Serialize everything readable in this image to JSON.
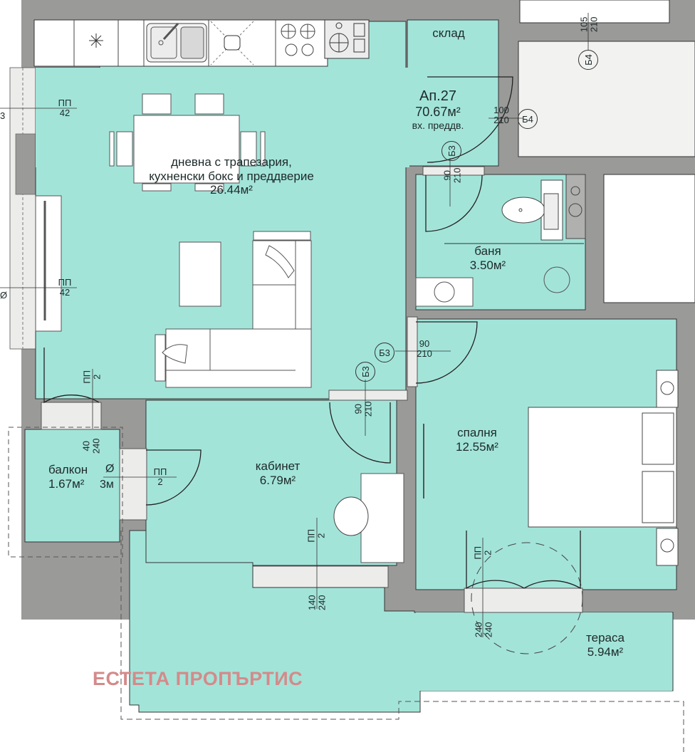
{
  "plan": {
    "apartment": {
      "label": "Ап.27",
      "area": "70.67м²",
      "entry": "вх. преддв."
    },
    "rooms": [
      {
        "id": "living",
        "name_lines": [
          "дневна с трапезария,",
          "кухненски бокс и преддверие"
        ],
        "area": "26.44м²"
      },
      {
        "id": "storage",
        "name": "склад"
      },
      {
        "id": "bathroom",
        "name": "баня",
        "area": "3.50м²"
      },
      {
        "id": "office",
        "name": "кабинет",
        "area": "6.79м²"
      },
      {
        "id": "bedroom",
        "name": "спалня",
        "area": "12.55м²"
      },
      {
        "id": "balcony",
        "name": "балкон",
        "area": "1.67м²"
      },
      {
        "id": "terrace",
        "name": "тераса",
        "area": "5.94м²"
      }
    ],
    "doors": [
      {
        "id": "entry-door",
        "tag": "Б4",
        "width": "100",
        "height": "210"
      },
      {
        "id": "top-door",
        "tag": "Б4",
        "width": "105",
        "height": "210"
      },
      {
        "id": "bath-door",
        "tag": "Б3",
        "width": "90",
        "height": "210"
      },
      {
        "id": "bedroom-door",
        "tag": "Б3",
        "width": "90",
        "height": "210"
      },
      {
        "id": "office-door",
        "tag": "Б3",
        "width": "90",
        "height": "210"
      }
    ],
    "windows": [
      {
        "id": "window-left-top",
        "type": "ПП",
        "num": "42"
      },
      {
        "id": "window-left-mid",
        "type": "ПП",
        "num": "42"
      },
      {
        "id": "balcony-door-living",
        "type": "ПП",
        "num": "2"
      },
      {
        "id": "balcony-door-office",
        "type": "ПП",
        "num": "2"
      },
      {
        "id": "office-window",
        "type": "ПП",
        "num": "2",
        "sill": "140",
        "height": "240"
      },
      {
        "id": "bedroom-terrace-door",
        "type": "ПП",
        "num": "2",
        "sill": "240",
        "height": "240"
      },
      {
        "id": "balcony-opening",
        "sill": "40",
        "height": "240",
        "extra": "3м"
      }
    ],
    "left_edge_marks": [
      "3",
      "Ø"
    ],
    "balcony_symbol": "Ø"
  },
  "colors": {
    "floor": "#a3e4d9",
    "wall": "#9a9a98",
    "wall_dark": "#8a8a88",
    "outdoor": "#ecebe8",
    "furniture": "#ffffff",
    "line": "#2b3232",
    "watermark": "#d48a8a"
  },
  "watermark": "ЕСТЕТА ПРОПЪРТИС"
}
